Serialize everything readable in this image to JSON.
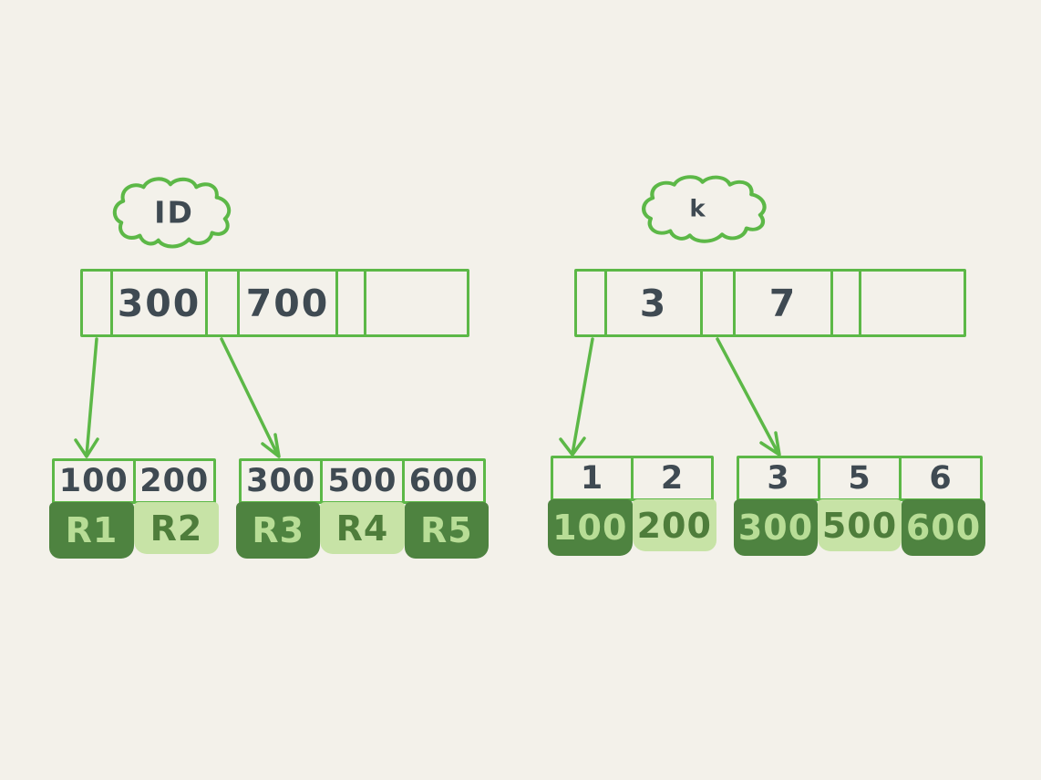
{
  "colors": {
    "background": "#f3f1ea",
    "stroke_green": "#5cb847",
    "record_dark_bg": "#4e8340",
    "record_light_bg": "#c7e3a6",
    "record_dark_text": "#b8dd96",
    "record_light_text": "#4e7d3b",
    "ink": "#3f4a52"
  },
  "left_tree": {
    "cloud_label": "ID",
    "root_cells": [
      "",
      "300",
      "",
      "700",
      "",
      ""
    ],
    "leaves": [
      {
        "keys": [
          "100",
          "200"
        ],
        "records": [
          {
            "text": "R1",
            "shade": "dark"
          },
          {
            "text": "R2",
            "shade": "light"
          }
        ]
      },
      {
        "keys": [
          "300",
          "500",
          "600"
        ],
        "records": [
          {
            "text": "R3",
            "shade": "dark"
          },
          {
            "text": "R4",
            "shade": "light"
          },
          {
            "text": "R5",
            "shade": "dark"
          }
        ]
      }
    ]
  },
  "right_tree": {
    "cloud_label": "k",
    "root_cells": [
      "",
      "3",
      "",
      "7",
      "",
      ""
    ],
    "leaves": [
      {
        "keys": [
          "1",
          "2"
        ],
        "records": [
          {
            "text": "100",
            "shade": "dark"
          },
          {
            "text": "200",
            "shade": "light"
          }
        ]
      },
      {
        "keys": [
          "3",
          "5",
          "6"
        ],
        "records": [
          {
            "text": "300",
            "shade": "dark"
          },
          {
            "text": "500",
            "shade": "light"
          },
          {
            "text": "600",
            "shade": "dark"
          }
        ]
      }
    ]
  }
}
